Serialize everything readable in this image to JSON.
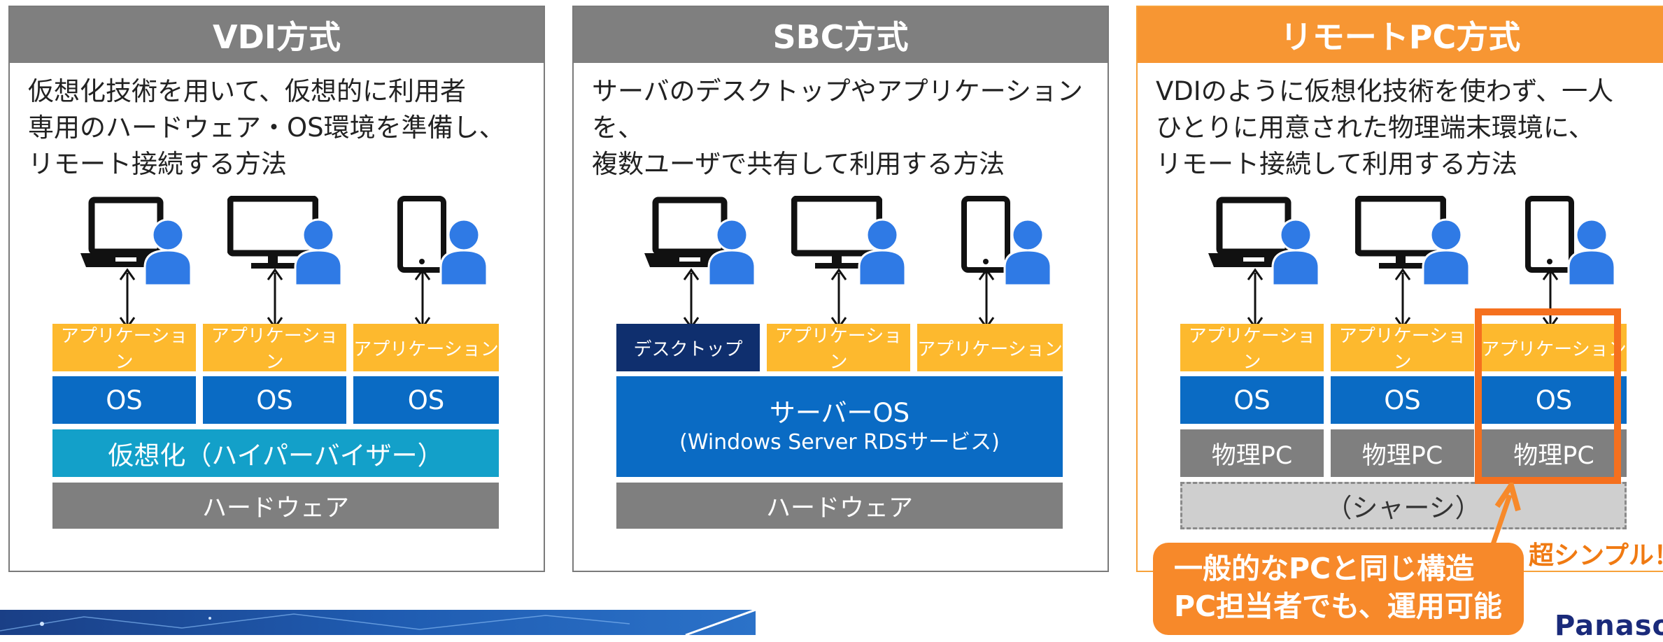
{
  "panels": [
    {
      "title": "VDI方式",
      "desc": "仮想化技術を用いて、仮想的に利用者\n専用のハードウェア・OS環境を準備し、\nリモート接続する方法",
      "apps": [
        "アプリケーション",
        "アプリケーション",
        "アプリケーション"
      ],
      "os": [
        "OS",
        "OS",
        "OS"
      ],
      "virt": "仮想化（ハイパーバイザー）",
      "hw": "ハードウェア"
    },
    {
      "title": "SBC方式",
      "desc": "サーバのデスクトップやアプリケーションを、\n複数ユーザで共有して利用する方法",
      "desktop": "デスクトップ",
      "apps": [
        "アプリケーション",
        "アプリケーション"
      ],
      "server_os": "サーバーOS",
      "server_sub": "(Windows Server RDSサービス)",
      "hw": "ハードウェア"
    },
    {
      "title": "リモートPC方式",
      "desc": "VDIのように仮想化技術を使わず、一人\nひとりに用意された物理端末環境に、\nリモート接続して利用する方法",
      "apps": [
        "アプリケーション",
        "アプリケーション",
        "アプリケーション"
      ],
      "os": [
        "OS",
        "OS",
        "OS"
      ],
      "pc": [
        "物理PC",
        "物理PC",
        "物理PC"
      ],
      "chassis": "（シャーシ）"
    }
  ],
  "callout": {
    "line1": "一般的なPCと同じ構造",
    "line2": "PC担当者でも、運用可能"
  },
  "simple_label": "超シンプル！",
  "logo": "Panaso",
  "colors": {
    "orange": "#f79633",
    "gray": "#7f7f7f",
    "app": "#fdb92e",
    "os": "#0a6bc4",
    "virt": "#13a0c9",
    "desktop": "#0f2f6e",
    "user": "#2f7ae5"
  },
  "icons": [
    "laptop-icon",
    "monitor-icon",
    "tablet-icon",
    "user-icon",
    "bidirectional-arrow-icon"
  ]
}
